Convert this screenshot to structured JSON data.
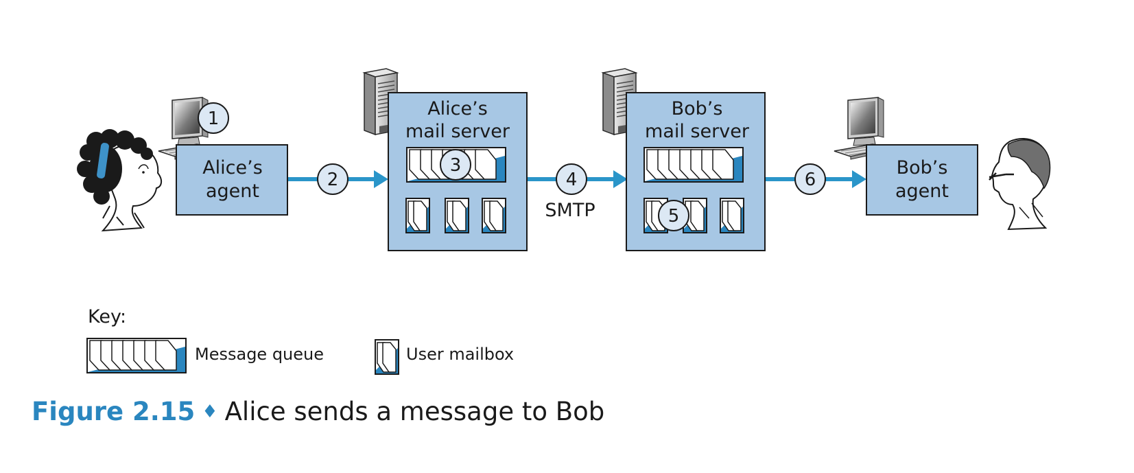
{
  "colors": {
    "box_fill": "#a7c7e4",
    "arrow": "#2a95c9",
    "queue_fill": "#2a86bf",
    "circle_fill": "#dce8f4",
    "caption_accent": "#2a86bf"
  },
  "nodes": {
    "alice_agent": [
      "Alice’s",
      "agent"
    ],
    "alice_server": [
      "Alice’s",
      "mail server"
    ],
    "bob_server": [
      "Bob’s",
      "mail server"
    ],
    "bob_agent": [
      "Bob’s",
      "agent"
    ]
  },
  "steps": [
    "1",
    "2",
    "3",
    "4",
    "5",
    "6"
  ],
  "protocol_label": "SMTP",
  "key": {
    "title": "Key:",
    "message_queue": "Message queue",
    "user_mailbox": "User mailbox"
  },
  "caption": {
    "figure": "Figure 2.15",
    "text": "Alice sends a message to Bob"
  },
  "icons": [
    "alice-person-icon",
    "bob-person-icon",
    "desktop-computer-icon",
    "server-tower-icon"
  ]
}
